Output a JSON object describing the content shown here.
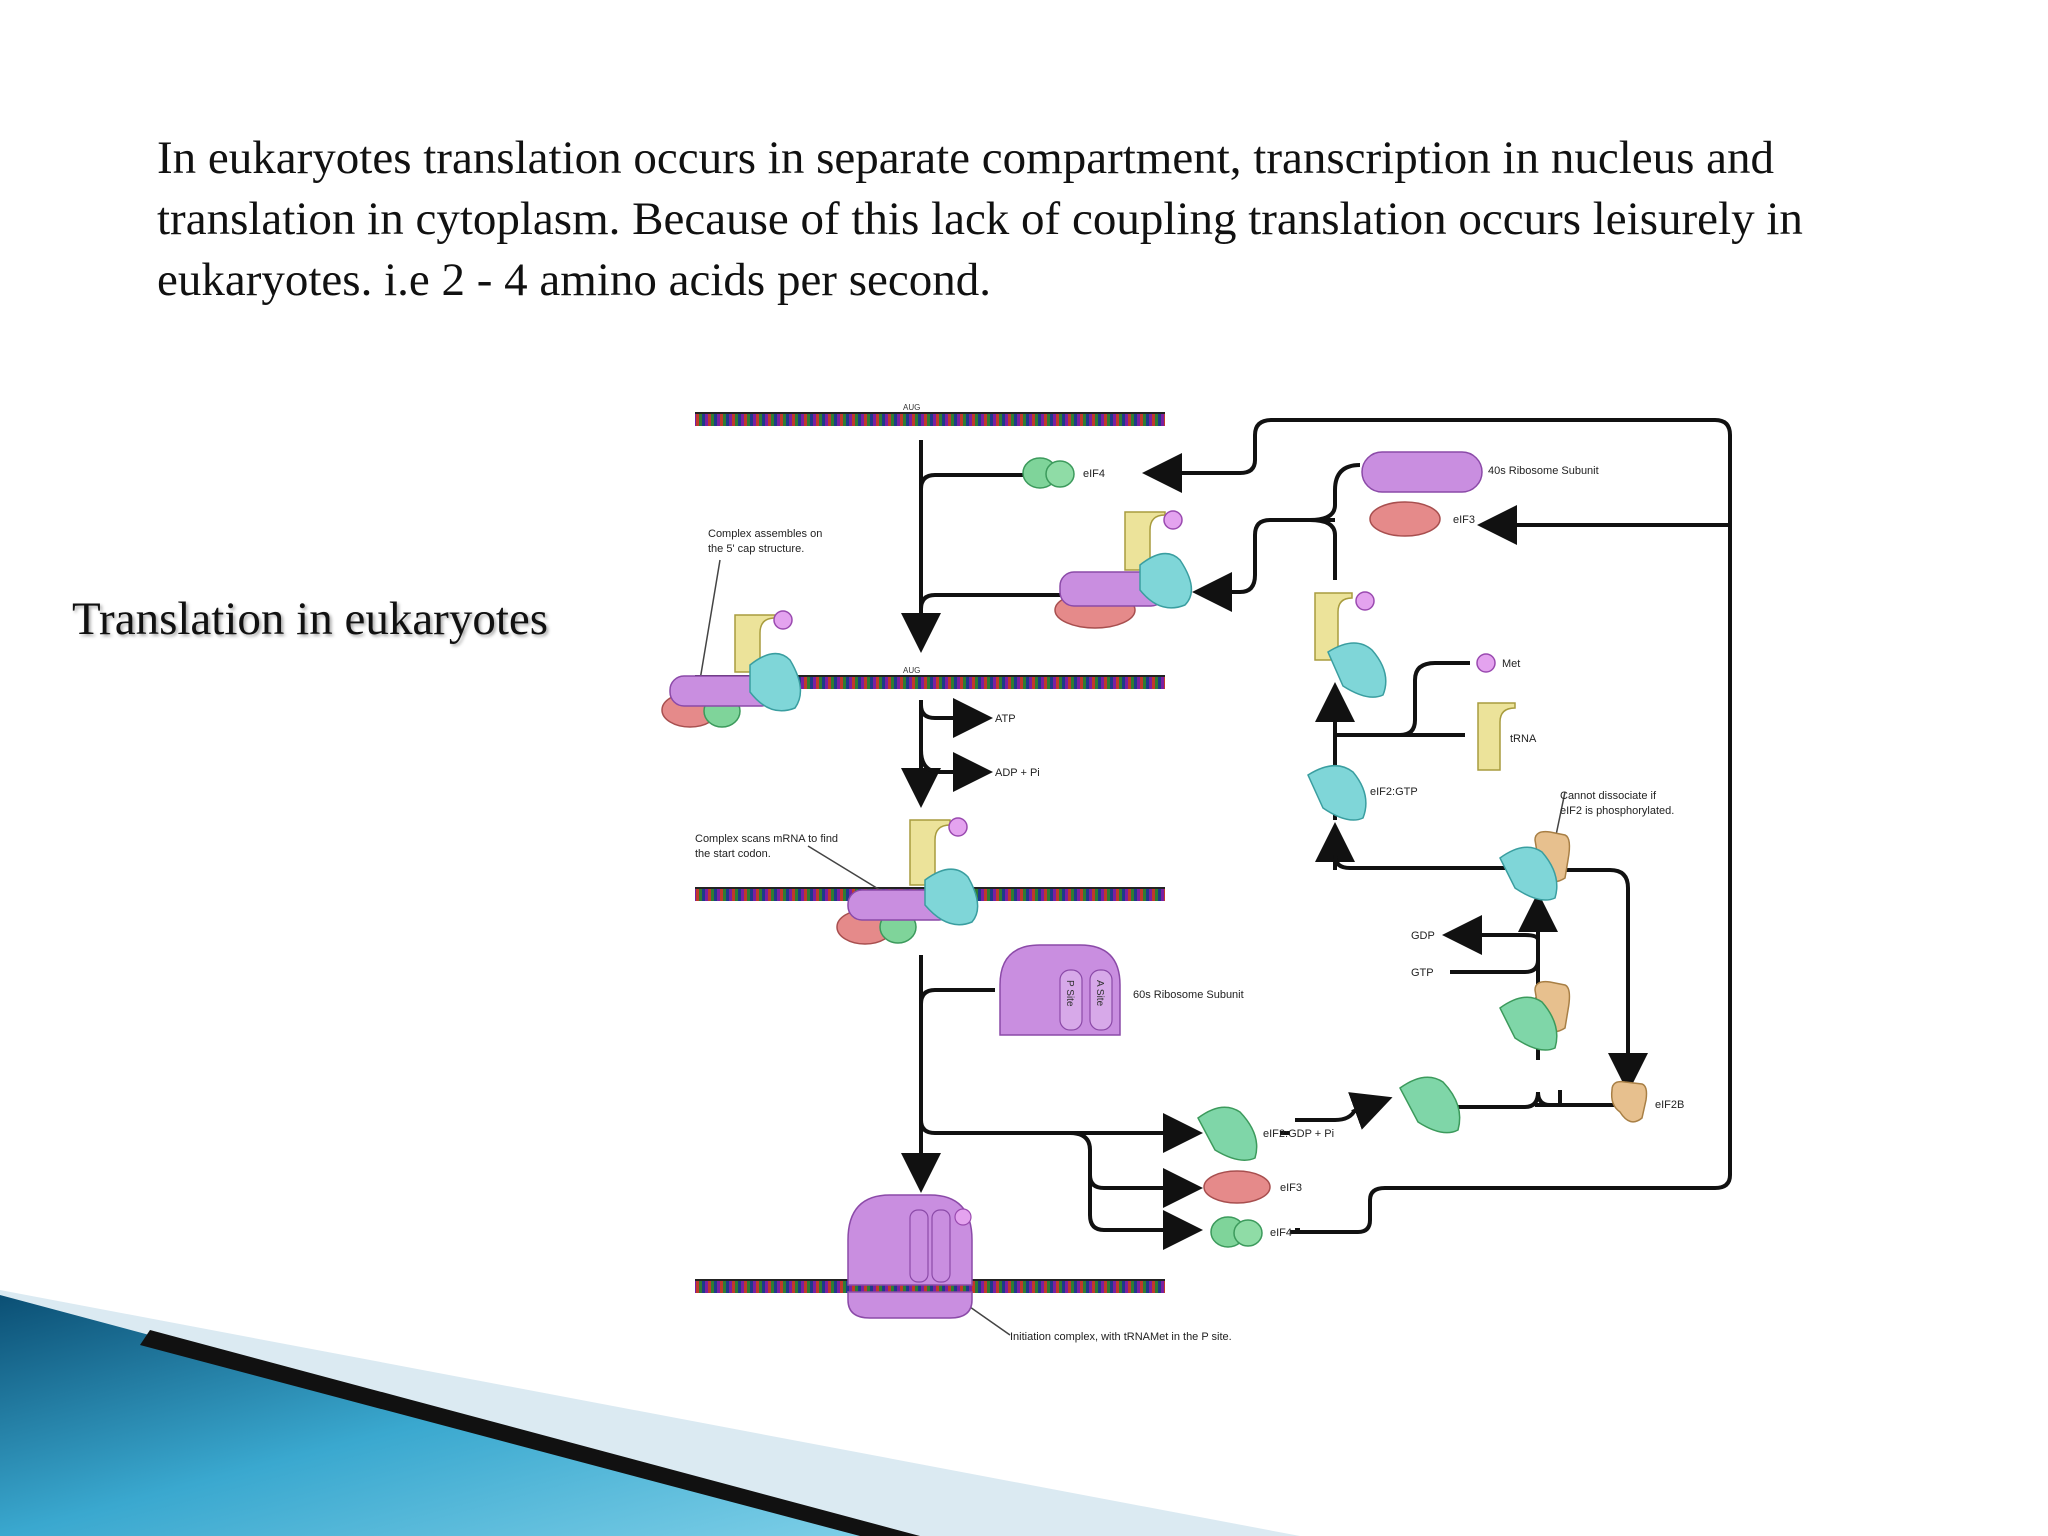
{
  "slide": {
    "paragraph_lines": [
      "In eukaryotes translation occurs in separate compartment, transcription in nucleus and",
      "translation in cytoplasm. Because of this lack of coupling translation occurs leisurely in",
      "eukaryotes. i.e 2 - 4 amino acids per second."
    ],
    "side_title": "Translation in eukaryotes"
  },
  "diagram": {
    "aug_1": "AUG",
    "aug_2": "AUG",
    "eif4_top": "eIF4",
    "subunit_40s": "40s Ribosome Subunit",
    "eif3_top": "eIF3",
    "complex_assembles_1": "Complex assembles on",
    "complex_assembles_2": "the 5' cap structure.",
    "met": "Met",
    "trna": "tRNA",
    "atp": "ATP",
    "adp": "ADP + Pi",
    "eif2_gtp": "eIF2:GTP",
    "cannot_dissociate_1": "Cannot dissociate if",
    "cannot_dissociate_2": "eIF2 is phosphorylated.",
    "complex_scans_1": "Complex scans mRNA to find",
    "complex_scans_2": "the start codon.",
    "gdp": "GDP",
    "gtp": "GTP",
    "subunit_60s": "60s Ribosome Subunit",
    "a_site": "A Site",
    "p_site": "P Site",
    "eif2b": "eIF2B",
    "eif2_gdp": "eIF2:GDP + Pi",
    "eif3_bottom": "eIF3",
    "eif4_bottom": "eIF4",
    "initiation_complex": "Initiation complex, with tRNAMet in the P site."
  },
  "colors": {
    "accent_dark_blue": "#0e5f86",
    "accent_light_blue": "#56c0dd",
    "band_pale": "#dbeaf2",
    "ribosome_purple": "#c98ee0",
    "eif3_pink": "#e58a8a",
    "eif4_green": "#7fd49a",
    "eif2_teal": "#7fd6d8",
    "trna_yellow": "#ece39a",
    "eif2b_tan": "#e7c08e"
  }
}
